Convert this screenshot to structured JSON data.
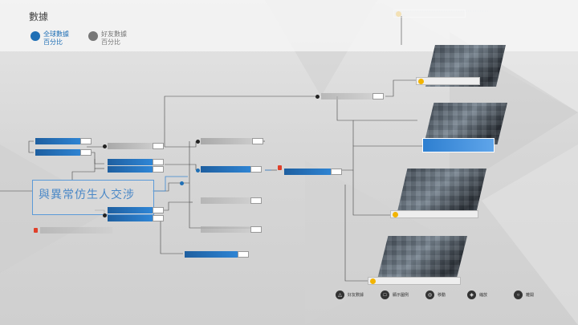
{
  "header": {
    "title": "數據",
    "tabs": [
      {
        "label": "全球數據",
        "sub": "百分比",
        "active": true
      },
      {
        "label": "好友數據",
        "sub": "百分比",
        "active": false
      }
    ]
  },
  "main": {
    "big_label": "與異常仿生人交涉"
  },
  "footer": {
    "buttons": [
      {
        "glyph": "△",
        "label": "好友數據"
      },
      {
        "glyph": "□",
        "label": "顯示圖例"
      },
      {
        "glyph": "◎",
        "label": "移動"
      },
      {
        "glyph": "◈",
        "label": "縮放"
      },
      {
        "glyph": "○",
        "label": "離開"
      }
    ]
  },
  "colors": {
    "accent": "#1f6fb5",
    "node_blue": "#2f86d6",
    "lock": "#f2b400"
  }
}
